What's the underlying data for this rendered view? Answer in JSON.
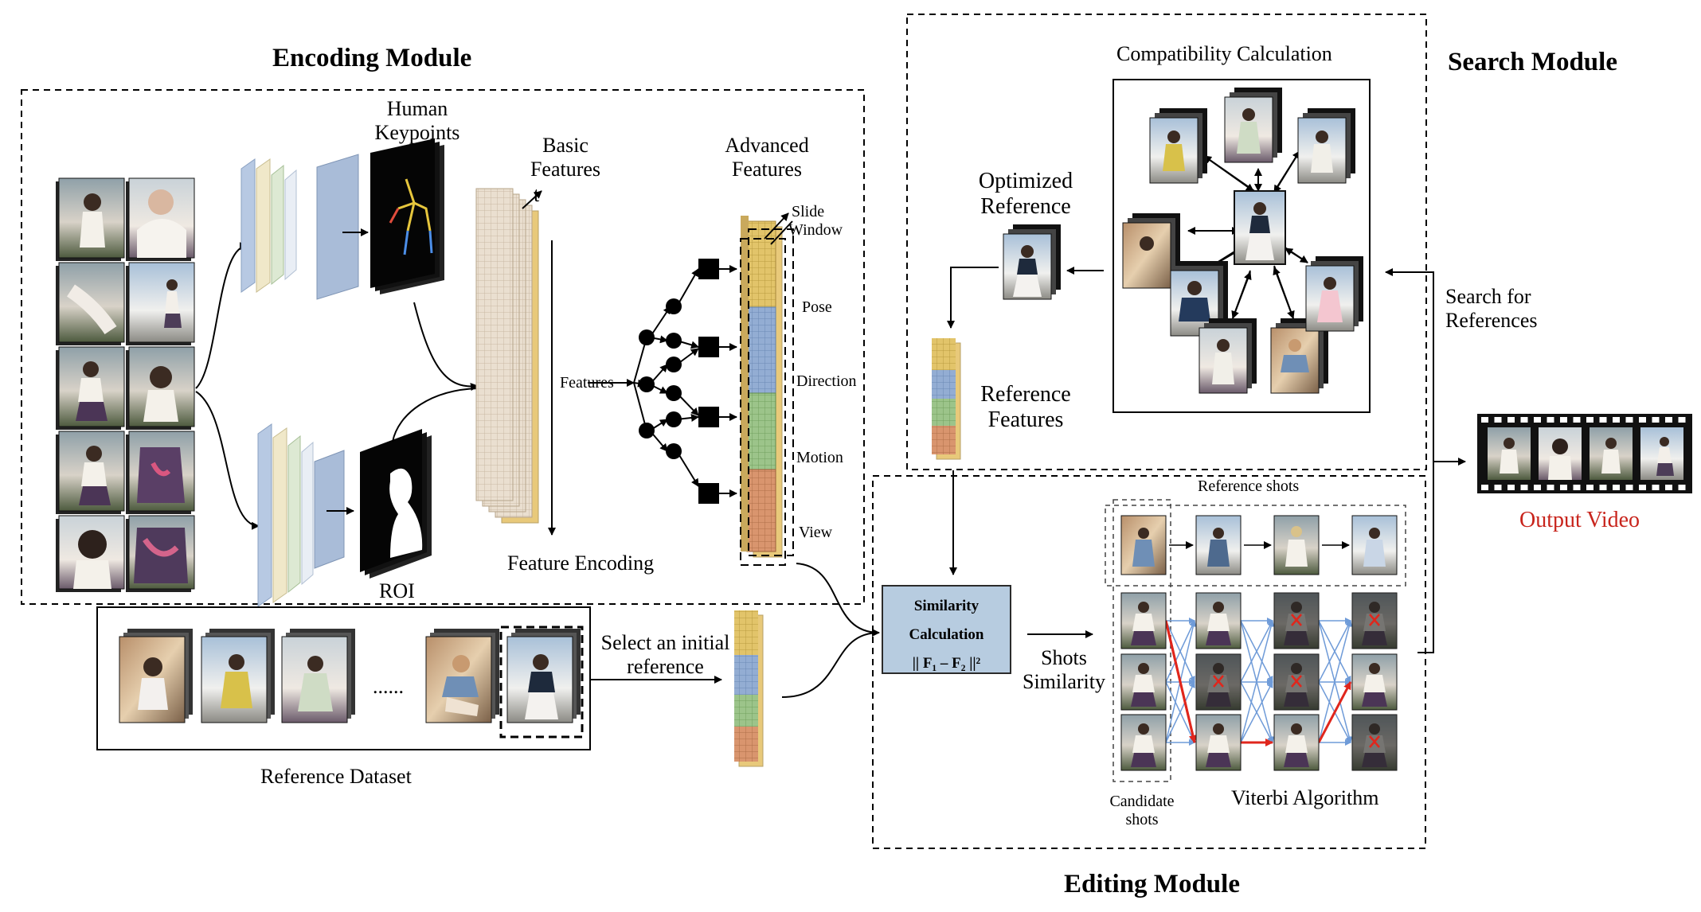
{
  "modules": {
    "encoding": "Encoding Module",
    "search": "Search Module",
    "editing": "Editing Module"
  },
  "encoding": {
    "human_keypoints": [
      "Human",
      "Keypoints"
    ],
    "roi": "ROI",
    "basic_features": [
      "Basic",
      "Features"
    ],
    "t": "t",
    "advanced_features": [
      "Advanced",
      "Features"
    ],
    "slide_window": [
      "Slide",
      "Window"
    ],
    "features": "Features",
    "feature_encoding": "Feature Encoding",
    "advanced_labels": [
      "Pose",
      "Direction",
      "Motion",
      "View"
    ]
  },
  "reference_dataset": {
    "label": "Reference Dataset",
    "ellipsis": "......",
    "select_initial": [
      "Select an initial",
      "reference"
    ]
  },
  "search": {
    "compatibility": "Compatibility Calculation",
    "optimized_reference": [
      "Optimized",
      "Reference"
    ],
    "reference_features": [
      "Reference",
      "Features"
    ],
    "search_for_references": [
      "Search for",
      "References"
    ]
  },
  "editing": {
    "similarity_box": [
      "Similarity",
      "Calculation",
      "|| F₁ – F₂ ||²"
    ],
    "shots_similarity": [
      "Shots",
      "Similarity"
    ],
    "reference_shots": "Reference shots",
    "candidate_shots": [
      "Candidate",
      "shots"
    ],
    "viterbi": "Viterbi Algorithm"
  },
  "output": {
    "label": "Output Video"
  },
  "colors": {
    "feature_pose": "#e2c46a",
    "feature_direction": "#93add3",
    "feature_motion": "#9cc48a",
    "feature_view": "#d9956e",
    "output_red": "#c8241c",
    "similarity_fill": "#b7cce0",
    "viterbi_best_path": "#e0261c",
    "viterbi_edges": "#6f9bd8"
  }
}
